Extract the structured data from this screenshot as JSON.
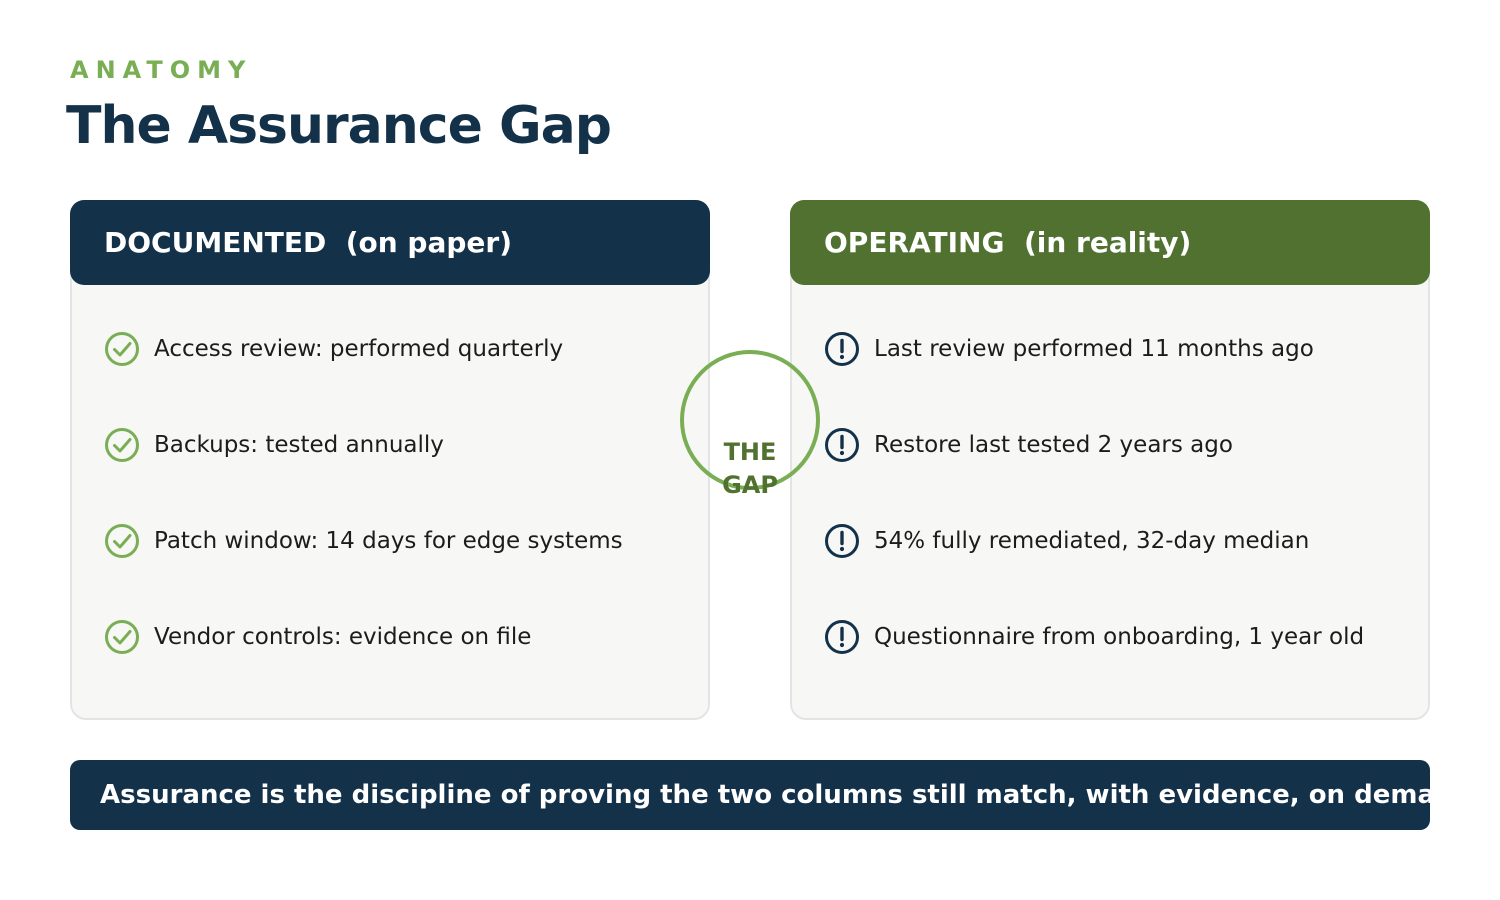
{
  "eyebrow": "ANATOMY",
  "title": "The Assurance Gap",
  "colors": {
    "navy": "#14314a",
    "green_dark": "#507130",
    "green_light": "#7aae55",
    "panel_bg": "#f7f7f5"
  },
  "left_column": {
    "header": "DOCUMENTED  (on paper)",
    "icon": "check-circle-icon",
    "items": [
      "Access review: performed quarterly",
      "Backups: tested annually",
      "Patch window: 14 days for edge systems",
      "Vendor controls: evidence on file"
    ]
  },
  "right_column": {
    "header": "OPERATING  (in reality)",
    "icon": "exclamation-circle-icon",
    "items": [
      "Last review performed 11 months ago",
      "Restore last tested 2 years ago",
      "54% fully remediated, 32-day median",
      "Questionnaire from onboarding, 1 year old"
    ]
  },
  "gap": {
    "line1": "THE",
    "line2": "GAP"
  },
  "footer": "Assurance is the discipline of proving the two columns still match, with evidence, on demand."
}
